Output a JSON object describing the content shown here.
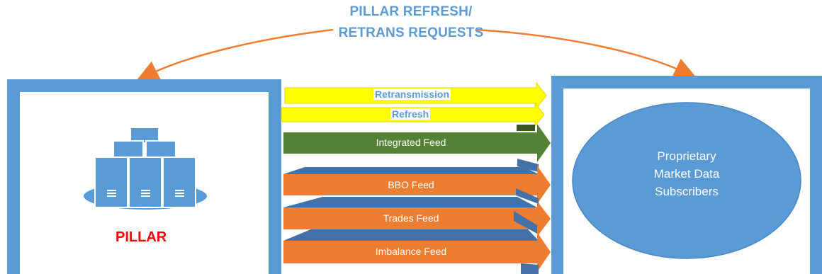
{
  "header": {
    "line1": "PILLAR REFRESH/",
    "line2": "RETRANS REQUESTS"
  },
  "left_box": {
    "name": "PILLAR",
    "name_color": "#ff0000"
  },
  "right_box": {
    "line1": "Proprietary",
    "line2": "Market Data",
    "line3": "Subscribers"
  },
  "feeds": {
    "retransmission": "Retransmission",
    "refresh": "Refresh",
    "integrated": "Integrated Feed",
    "bbo": "BBO Feed",
    "trades": "Trades Feed",
    "imbalance": "Imbalance Feed"
  },
  "colors": {
    "frame_blue": "#5b9bd5",
    "yellow": "#ffff00",
    "green": "#548235",
    "orange": "#ed7d31",
    "dark_blue": "#4472a8"
  },
  "icons": {
    "servers": "server-cluster-icon",
    "arrow": "curved-arrow-icon"
  }
}
